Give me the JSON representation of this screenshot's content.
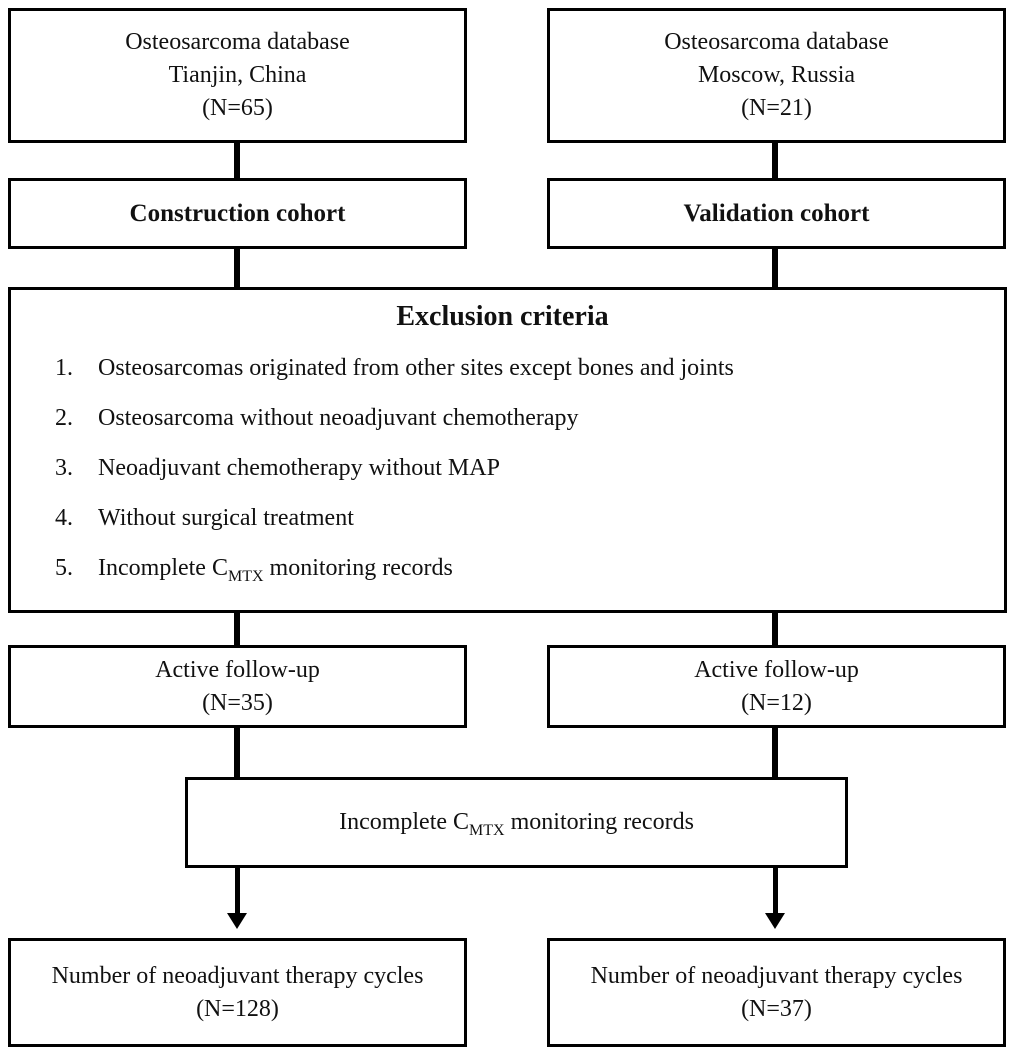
{
  "diagram": {
    "colors": {
      "line": "#000000",
      "text": "#111111",
      "background": "#ffffff"
    },
    "top_left_db": {
      "lines": [
        "Osteosarcoma database",
        "Tianjin, China",
        "(N=65)"
      ]
    },
    "top_right_db": {
      "lines": [
        "Osteosarcoma database",
        "Moscow, Russia",
        "(N=21)"
      ]
    },
    "construction_cohort_label": "Construction cohort",
    "validation_cohort_label": "Validation cohort",
    "exclusion": {
      "title": "Exclusion criteria",
      "items": [
        {
          "num": "1.",
          "text": "Osteosarcomas originated from other sites except bones and joints"
        },
        {
          "num": "2.",
          "text": "Osteosarcoma without neoadjuvant chemotherapy"
        },
        {
          "num": "3.",
          "text": "Neoadjuvant chemotherapy without MAP"
        },
        {
          "num": "4.",
          "text": "Without surgical treatment"
        },
        {
          "num": "5.",
          "text_pre": "Incomplete C",
          "text_sub": "MTX",
          "text_post": " monitoring records"
        }
      ]
    },
    "followup_left": {
      "lines": [
        "Active follow-up",
        "(N=35)"
      ]
    },
    "followup_right": {
      "lines": [
        "Active follow-up",
        "(N=12)"
      ]
    },
    "incomplete_mid": {
      "text_pre": "Incomplete C",
      "text_sub": "MTX",
      "text_post": " monitoring records"
    },
    "cycles_left": {
      "lines": [
        "Number of neoadjuvant therapy cycles",
        "(N=128)"
      ]
    },
    "cycles_right": {
      "lines": [
        "Number of neoadjuvant therapy cycles",
        "(N=37)"
      ]
    }
  }
}
